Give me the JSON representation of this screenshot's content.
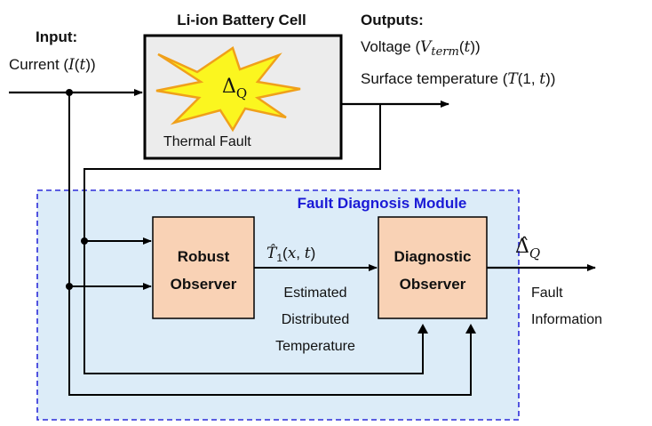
{
  "input": {
    "title": "Input:",
    "signal": "Current (I(t))"
  },
  "battery": {
    "title": "Li-ion Battery Cell",
    "fault_symbol": "Δ",
    "fault_subscript": "Q",
    "fault_label": "Thermal Fault"
  },
  "outputs": {
    "title": "Outputs:",
    "line1": "Voltage (V_term(t))",
    "line2": "Surface temperature (T(1,t))"
  },
  "module": {
    "title": "Fault Diagnosis Module"
  },
  "robust_observer": {
    "line1": "Robust",
    "line2": "Observer"
  },
  "diagnostic_observer": {
    "line1": "Diagnostic",
    "line2": "Observer"
  },
  "estimate": {
    "symbol": "T̂₁(x, t)",
    "line1": "Estimated",
    "line2": "Distributed",
    "line3": "Temperature"
  },
  "fault_output": {
    "symbol": "Δ̂",
    "subscript": "Q",
    "line1": "Fault",
    "line2": "Information"
  },
  "colors": {
    "module_fill": "#dcecf8",
    "module_border": "#2b2bd9",
    "observer_fill": "#f9d2b5",
    "battery_fill": "#ececec",
    "star_fill": "#fbf61f",
    "star_stroke": "#f0a01a",
    "title_blue": "#1a1ad6"
  }
}
